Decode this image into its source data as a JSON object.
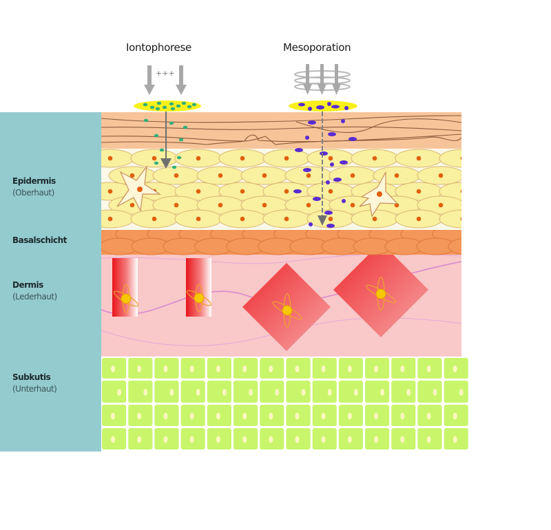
{
  "methods": {
    "iontophorese": {
      "label": "Iontophorese",
      "symbol": "+++"
    },
    "mesoporation": {
      "label": "Mesoporation"
    }
  },
  "layers": [
    {
      "name": "Epidermis",
      "sub": "(Oberhaut)"
    },
    {
      "name": "Basalschicht",
      "sub": ""
    },
    {
      "name": "Dermis",
      "sub": "(Lederhaut)"
    },
    {
      "name": "Subkutis",
      "sub": "(Unterhaut)"
    }
  ],
  "colors": {
    "side_panel": "#94cbcf",
    "stratum_corneum": "#f7c49a",
    "epidermis_cells": "#f9f0a0",
    "basal_layer": "#f3975a",
    "dermis": "#f9c8c8",
    "subcutis": "#c8f56a",
    "ion_green": "#2fb07a",
    "molecule_purple": "#5a2bd0",
    "nucleus": "#e0600f"
  }
}
